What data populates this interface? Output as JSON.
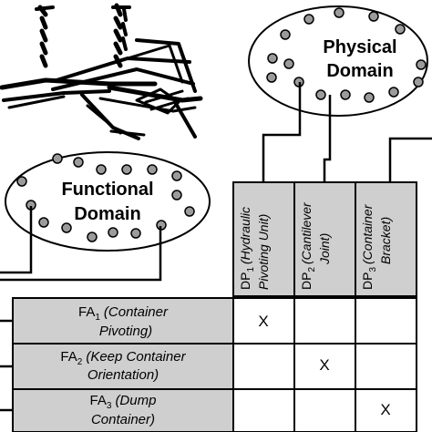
{
  "physical_domain": {
    "line1": "Physical",
    "line2": "Domain"
  },
  "functional_domain": {
    "line1": "Functional",
    "line2": "Domain"
  },
  "design_parameters": [
    {
      "sym": "DP",
      "sub": "1",
      "desc1": "(Hydraulic",
      "desc2": "Pivoting Unit)"
    },
    {
      "sym": "DP",
      "sub": "2",
      "desc1": "(Cantilever",
      "desc2": "Joint)"
    },
    {
      "sym": "DP",
      "sub": "3",
      "desc1": "(Container",
      "desc2": "Bracket)"
    }
  ],
  "functional_attributes": [
    {
      "sym": "FA",
      "sub": "1",
      "desc1": "(Container",
      "desc2": "Pivoting)"
    },
    {
      "sym": "FA",
      "sub": "2",
      "desc1": "(Keep Container",
      "desc2": "Orientation)"
    },
    {
      "sym": "FA",
      "sub": "3",
      "desc1": "(Dump",
      "desc2": "Container)"
    }
  ],
  "matrix": [
    [
      "X",
      "",
      ""
    ],
    [
      "",
      "X",
      ""
    ],
    [
      "",
      "",
      "X"
    ]
  ],
  "colors": {
    "header_fill": "#cfcfcf",
    "dot_fill": "#9b9b9b",
    "line": "#000000"
  }
}
